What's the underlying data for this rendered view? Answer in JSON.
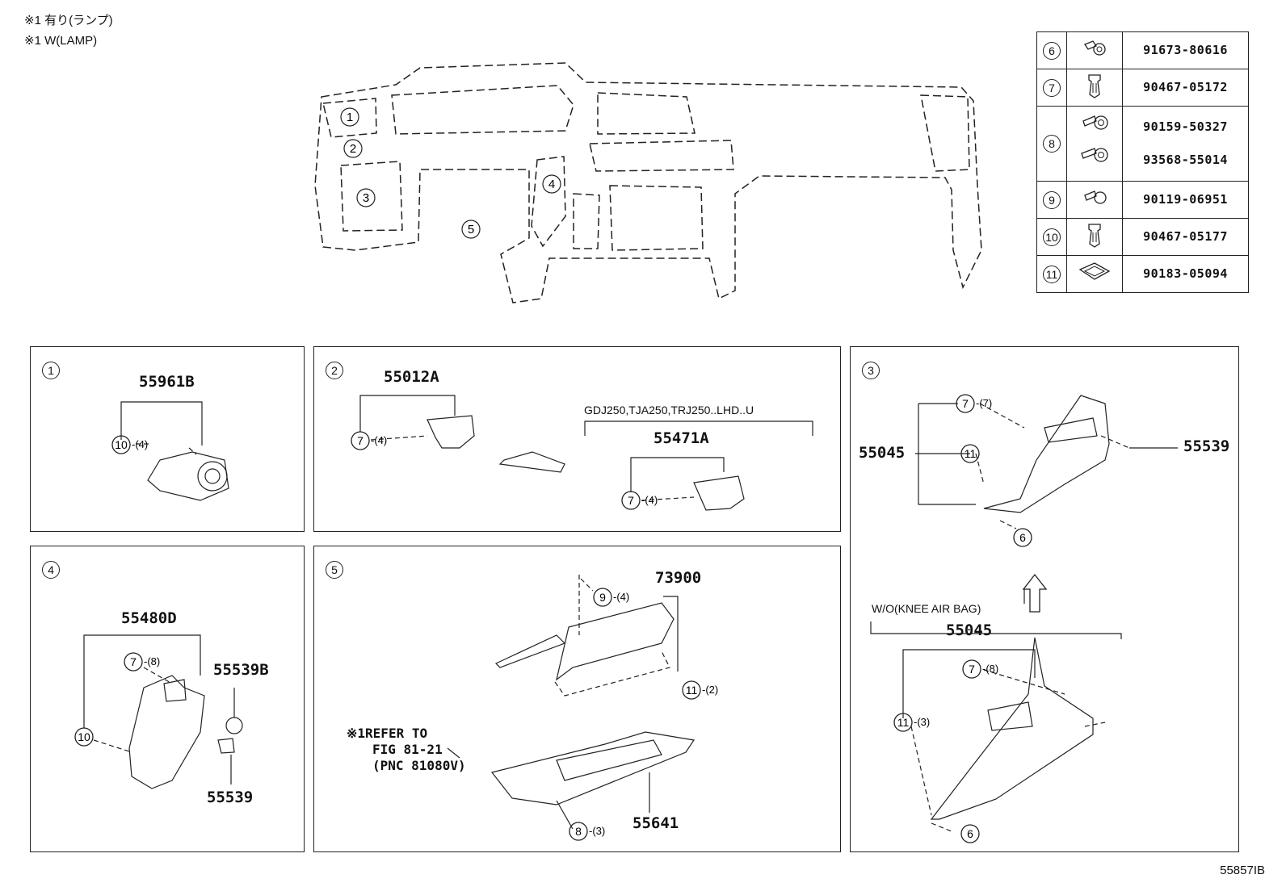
{
  "notes": [
    "※1 有り(ランプ)",
    "※1 W(LAMP)"
  ],
  "parts_table": [
    {
      "ref": "6",
      "icon": "screw-icon",
      "part_numbers": [
        "91673-80616"
      ]
    },
    {
      "ref": "7",
      "icon": "clip-icon",
      "part_numbers": [
        "90467-05172"
      ]
    },
    {
      "ref": "8",
      "icon": "bolt-icon",
      "part_numbers": [
        "90159-50327",
        "93568-55014"
      ]
    },
    {
      "ref": "9",
      "icon": "screw-icon",
      "part_numbers": [
        "90119-06951"
      ]
    },
    {
      "ref": "10",
      "icon": "clip-icon",
      "part_numbers": [
        "90467-05177"
      ]
    },
    {
      "ref": "11",
      "icon": "nut-clip-icon",
      "part_numbers": [
        "90183-05094"
      ]
    }
  ],
  "overview_callouts": [
    "1",
    "2",
    "3",
    "4",
    "5"
  ],
  "panels": {
    "p1": {
      "number": "1",
      "part": "55961B",
      "fastener": "10",
      "qty": "-(4)"
    },
    "p2": {
      "number": "2",
      "part": "55012A",
      "fastener": "7",
      "qty": "-(4)",
      "condition": "GDJ250,TJA250,TRJ250..LHD..U",
      "alt_part": "55471A",
      "alt_fastener": "7",
      "alt_qty": "-(4)"
    },
    "p3": {
      "number": "3",
      "part_main": "55045",
      "f7": "7",
      "f7_qty": "-(7)",
      "f11": "11",
      "f6": "6",
      "side_part": "55539",
      "condition": "W/O(KNEE AIR BAG)",
      "part_lower": "55045",
      "low_f7": "7",
      "low_f7_qty": "-(8)",
      "low_f11": "11",
      "low_f11_qty": "-(3)",
      "low_f6": "6"
    },
    "p4": {
      "number": "4",
      "part": "55480D",
      "f7": "7",
      "f7_qty": "-(8)",
      "f10": "10",
      "side_part": "55539B",
      "lower_part": "55539"
    },
    "p5": {
      "number": "5",
      "part_top": "73900",
      "f9": "9",
      "f9_qty": "-(4)",
      "f11": "11",
      "f11_qty": "-(2)",
      "refer_lines": [
        "※1REFER TO",
        "FIG 81-21",
        "(PNC 81080V)"
      ],
      "part_bottom": "55641",
      "f8": "8",
      "f8_qty": "-(3)"
    }
  },
  "diagram_code": "55857IB"
}
